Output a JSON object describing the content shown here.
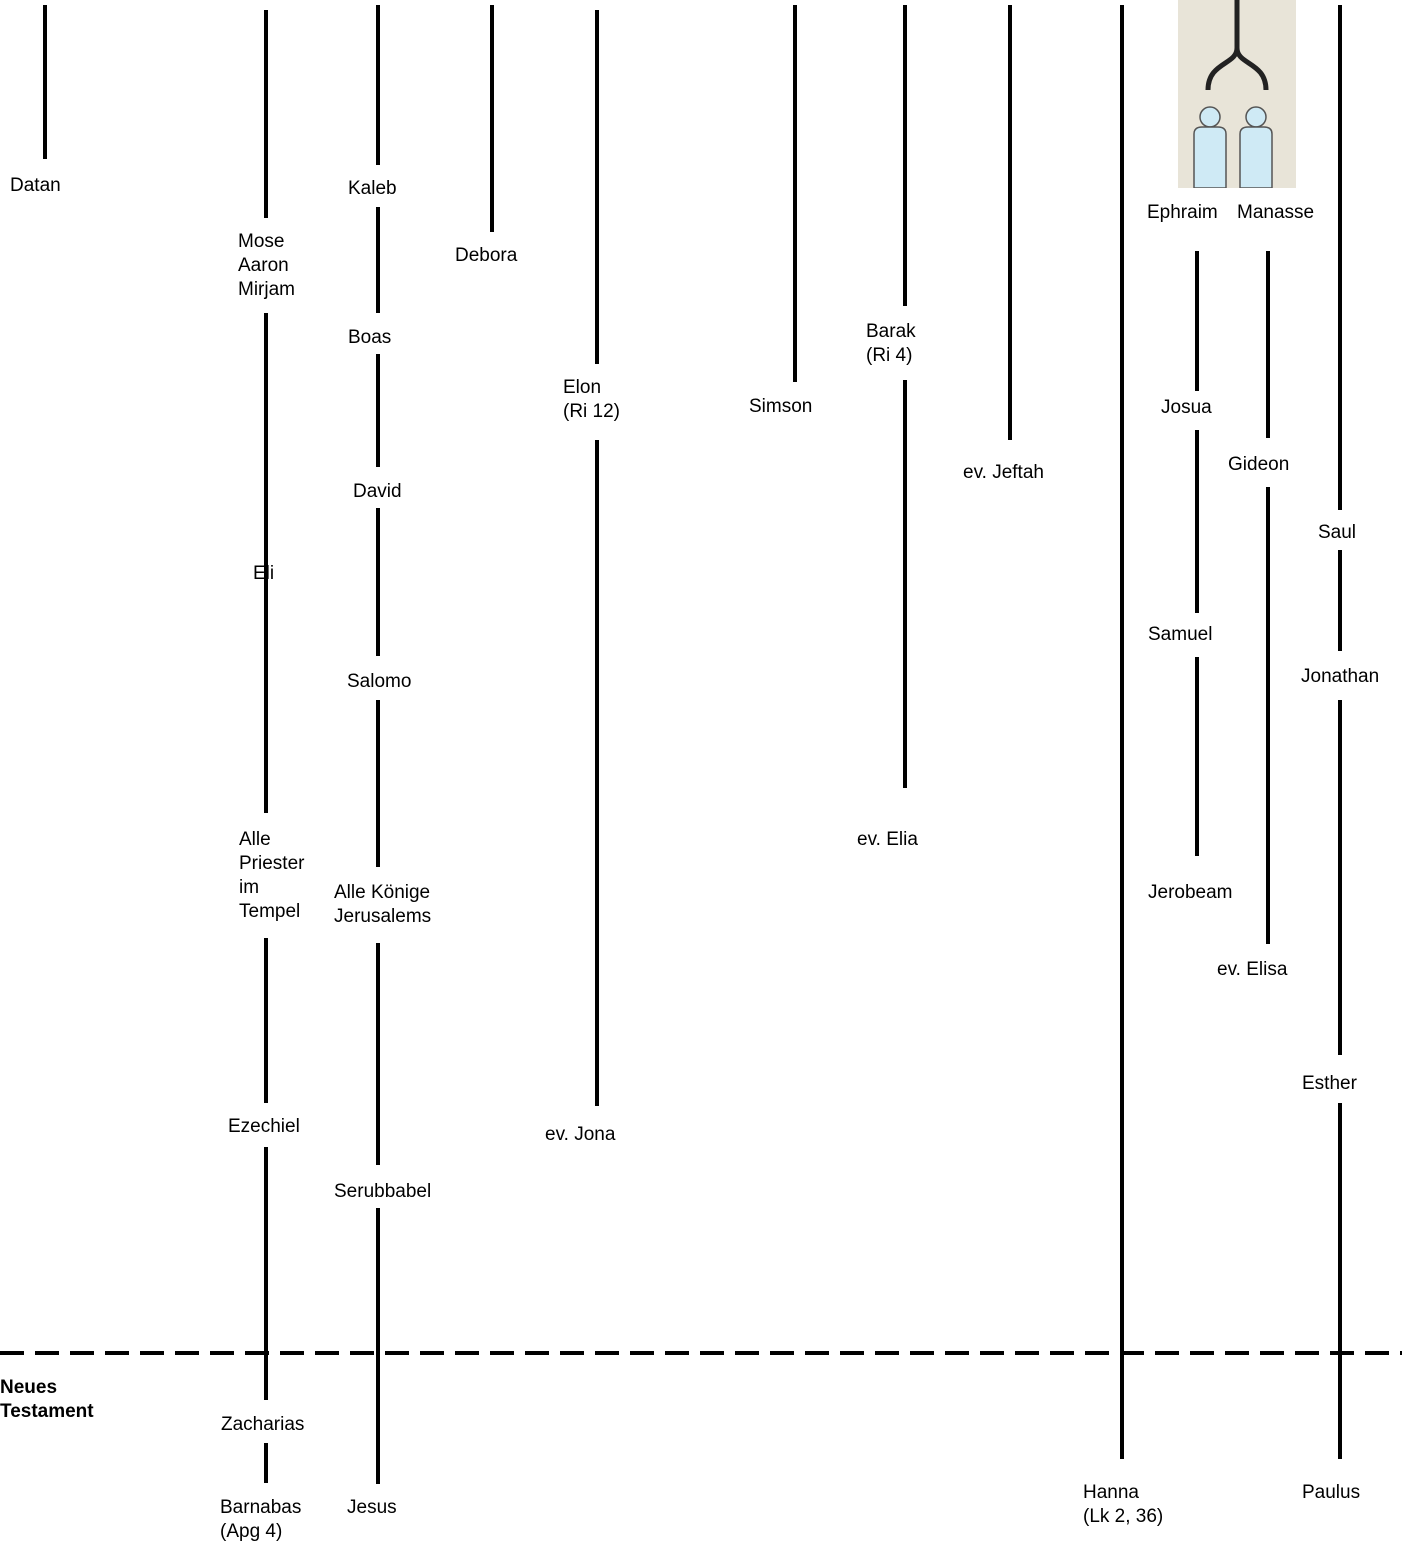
{
  "section_label": "Neues\nTestament",
  "illustration": {
    "name": "Joseph's two sons",
    "figure_color": "#cfeaf5",
    "background": "#e8e4d8"
  },
  "labels": {
    "datan": "Datan",
    "mose": "Mose\nAaron\nMirjam",
    "eli": "Eli",
    "alle_priester": "Alle\nPriester\nim\nTempel",
    "ezechiel": "Ezechiel",
    "zacharias": "Zacharias",
    "barnabas": "Barnabas\n(Apg 4)",
    "kaleb": "Kaleb",
    "boas": "Boas",
    "david": "David",
    "salomo": "Salomo",
    "alle_koenige": "Alle Könige\nJerusalems",
    "serubbabel": "Serubbabel",
    "jesus": "Jesus",
    "debora": "Debora",
    "elon": "Elon\n(Ri 12)",
    "jona": "ev. Jona",
    "simson": "Simson",
    "barak": "Barak\n(Ri 4)",
    "elia": "ev. Elia",
    "jeftah": "ev. Jeftah",
    "hanna": "Hanna\n(Lk 2, 36)",
    "ephraim": "Ephraim",
    "manasse": "Manasse",
    "josua": "Josua",
    "samuel": "Samuel",
    "jerobeam": "Jerobeam",
    "gideon": "Gideon",
    "elisa": "ev. Elisa",
    "saul": "Saul",
    "jonathan": "Jonathan",
    "esther": "Esther",
    "paulus": "Paulus"
  }
}
